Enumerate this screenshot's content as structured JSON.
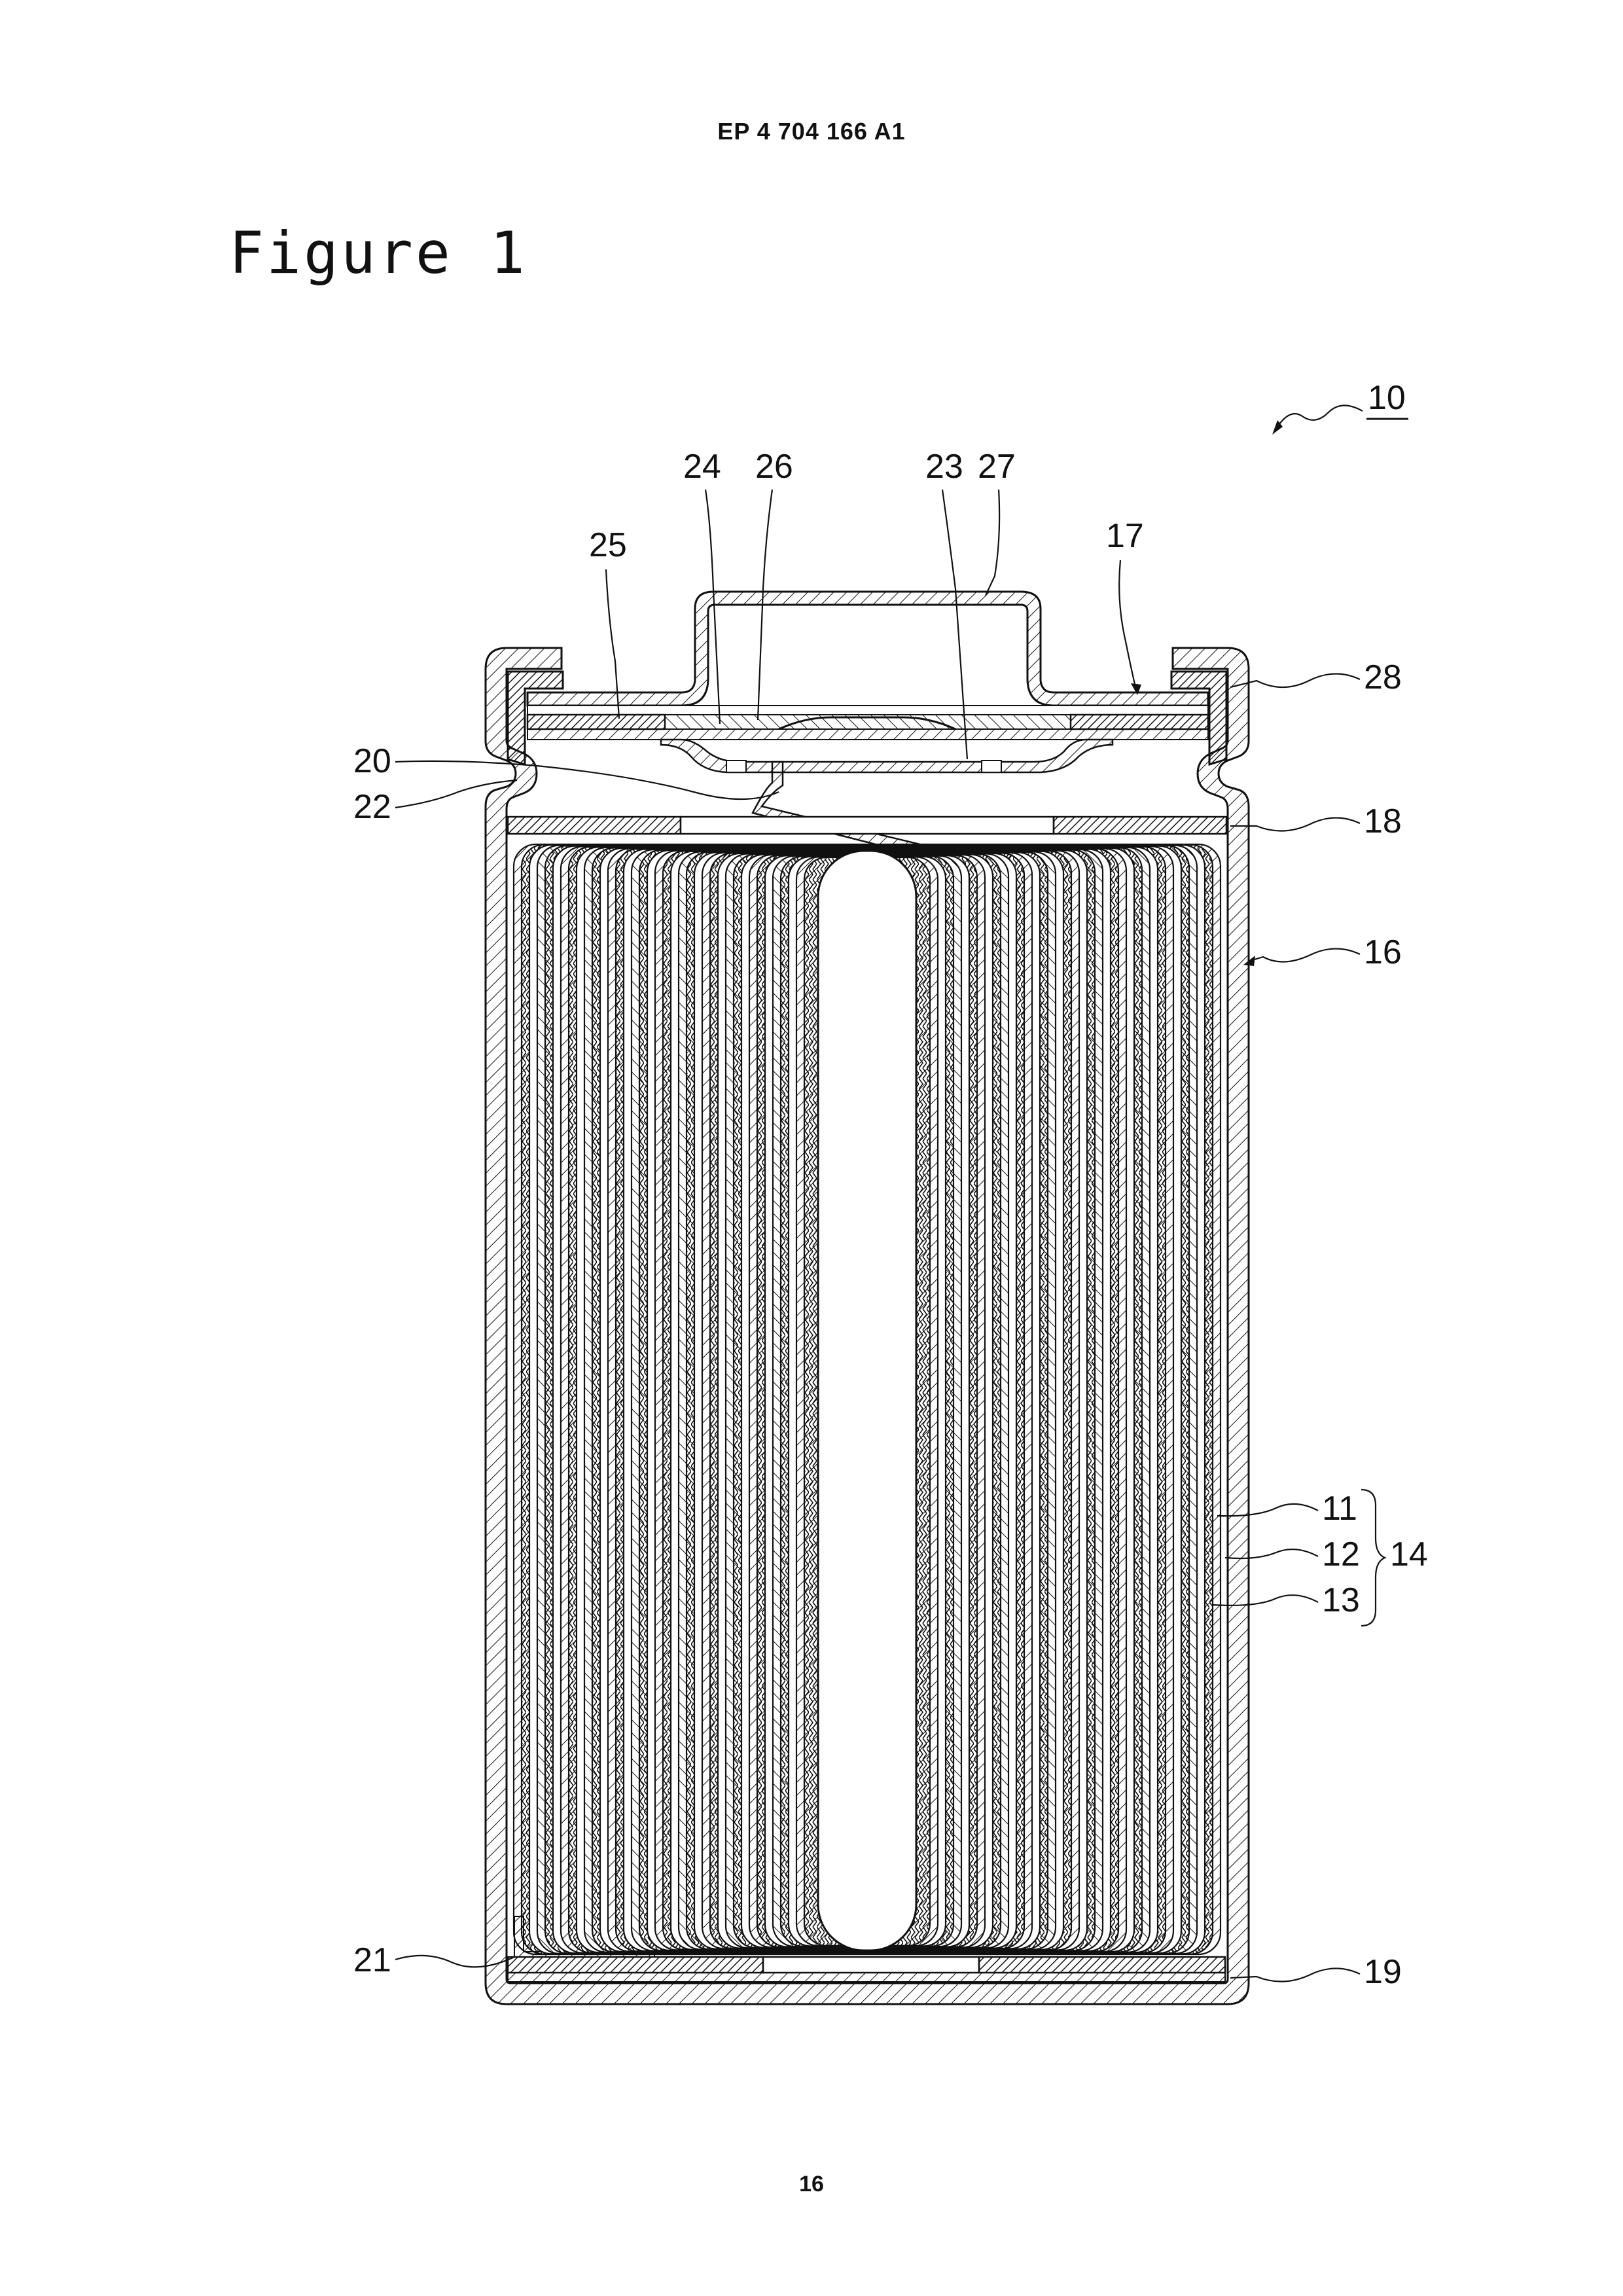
{
  "header": {
    "publication": "EP 4 704 166 A1"
  },
  "figure": {
    "title": "Figure 1"
  },
  "footer": {
    "page_number": "16"
  },
  "labels": [
    {
      "id": "10",
      "text": "10"
    },
    {
      "id": "24",
      "text": "24"
    },
    {
      "id": "26",
      "text": "26"
    },
    {
      "id": "23",
      "text": "23"
    },
    {
      "id": "27",
      "text": "27"
    },
    {
      "id": "25",
      "text": "25"
    },
    {
      "id": "17",
      "text": "17"
    },
    {
      "id": "28",
      "text": "28"
    },
    {
      "id": "20",
      "text": "20"
    },
    {
      "id": "22",
      "text": "22"
    },
    {
      "id": "18",
      "text": "18"
    },
    {
      "id": "16",
      "text": "16"
    },
    {
      "id": "11",
      "text": "11"
    },
    {
      "id": "12",
      "text": "12"
    },
    {
      "id": "13",
      "text": "13"
    },
    {
      "id": "14",
      "text": "14"
    },
    {
      "id": "21",
      "text": "21"
    },
    {
      "id": "19",
      "text": "19"
    }
  ]
}
